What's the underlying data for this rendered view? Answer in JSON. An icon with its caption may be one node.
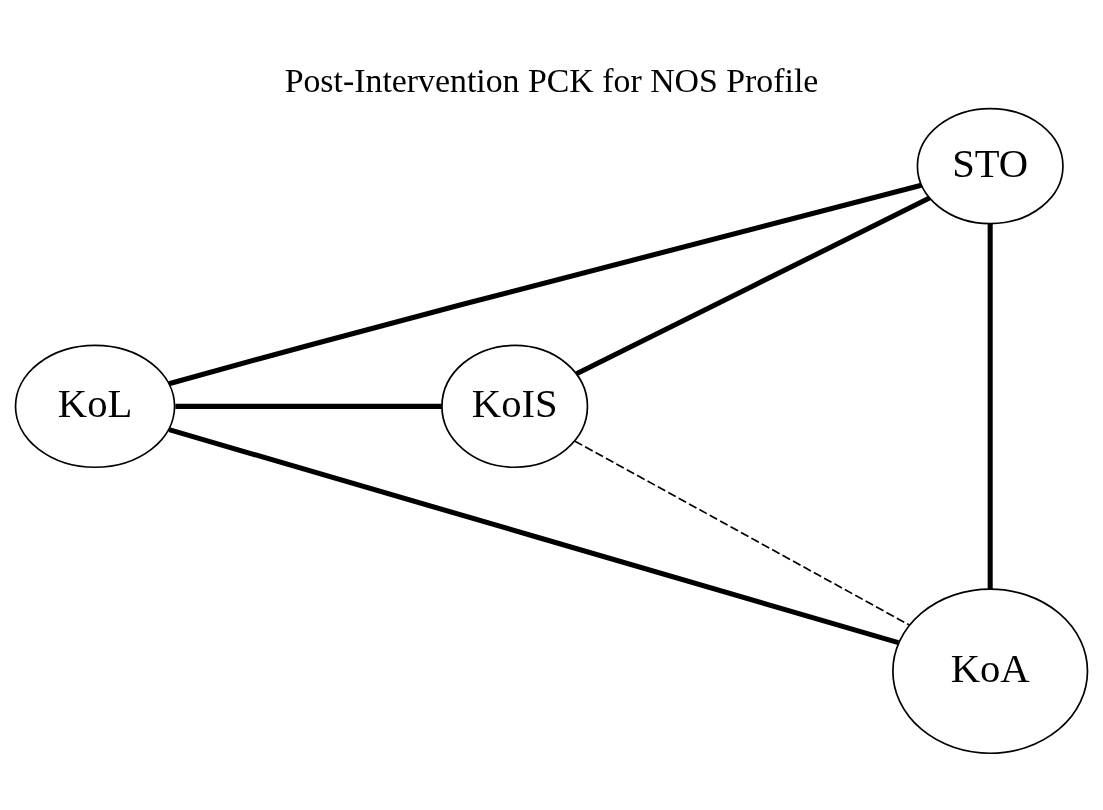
{
  "diagram": {
    "title": "Post-Intervention PCK for NOS Profile",
    "nodes": [
      {
        "text": [
          "STO"
        ]
      },
      {
        "text": [
          "KoL"
        ]
      },
      {
        "text": [
          "KoIS"
        ]
      },
      {
        "text": [
          "KoA"
        ]
      }
    ],
    "edges": [
      {
        "from": 0,
        "to": 1,
        "arrow": "none"
      },
      {
        "from": 0,
        "to": 2,
        "arrow": "none"
      },
      {
        "from": 0,
        "to": 3,
        "arrow": "none"
      },
      {
        "from": 1,
        "to": 2,
        "arrow": "none"
      },
      {
        "from": 1,
        "to": 3,
        "arrow": "none"
      },
      {
        "from": 2,
        "to": 3,
        "arrow": "none",
        "style": "dashed"
      }
    ]
  }
}
